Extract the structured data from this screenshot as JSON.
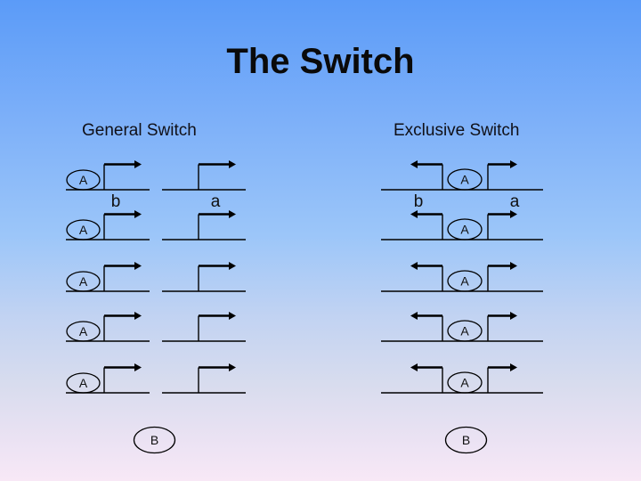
{
  "title": "The Switch",
  "general": {
    "heading": "General Switch",
    "port_b": "b",
    "port_a": "a",
    "state": "A",
    "terminal": "B"
  },
  "exclusive": {
    "heading": "Exclusive Switch",
    "port_b": "b",
    "port_a": "a",
    "state": "A",
    "terminal": "B"
  },
  "layout_hints": {
    "rows_per_column": 5
  },
  "colors": {
    "background_top": "#5b9bf8",
    "background_middle": "#9cc6f9",
    "background_low": "#d8dcee",
    "background_bottom": "#f8e8f6",
    "line": "#000000",
    "text": "#0a0a0a"
  }
}
